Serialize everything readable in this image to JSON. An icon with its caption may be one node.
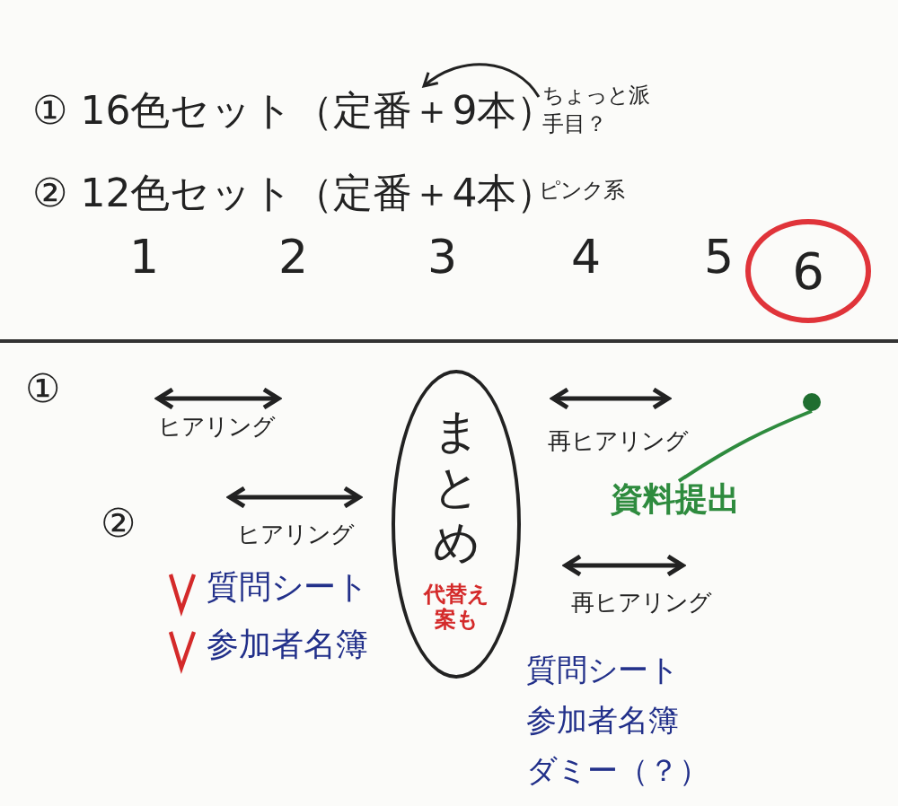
{
  "diagram": {
    "nodes": [
      {
        "text": [
          "① 16色セット（定番＋9本）"
        ]
      },
      {
        "text": [
          "ちょっと派手目？"
        ]
      },
      {
        "text": [
          "6"
        ]
      },
      {
        "text": [
          "まとめ",
          "代替え案も"
        ]
      },
      {
        "text": [
          "資料提出"
        ]
      },
      {
        "text": [],
        "shape": "circle"
      }
    ],
    "edges": [
      {
        "from": 1,
        "to": 0,
        "arrow": "to"
      },
      {
        "from": 4,
        "to": 5,
        "arrow": "none",
        "color": "#2e8b3e"
      }
    ],
    "labels": [
      "② 12色セット（定番＋4本）",
      "ピンク系",
      "1",
      "2",
      "3",
      "4",
      "5",
      "①",
      "ヒアリング",
      "②",
      "ヒアリング",
      "再ヒアリング",
      "再ヒアリング",
      "質問シート",
      "参加者名簿",
      "質問シート",
      "参加者名簿",
      "ダミー（？）"
    ]
  }
}
